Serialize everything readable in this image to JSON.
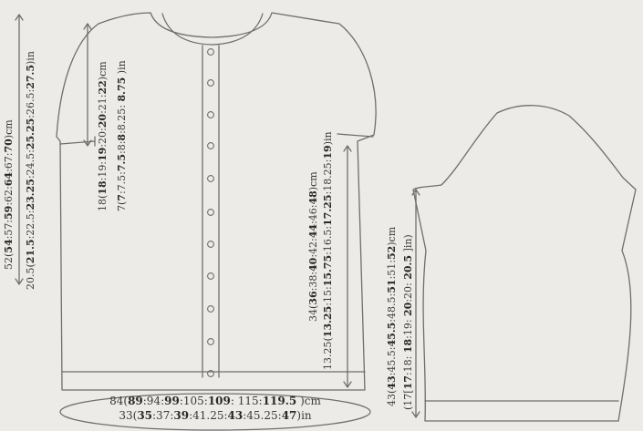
{
  "colors": {
    "paper": "#ecebe7",
    "line": "#6e6e6e",
    "text": "#3a3a3a",
    "emphasis": "#2a2a2a"
  },
  "labels": {
    "length_cm": [
      "52(",
      "54",
      ":57:",
      "59",
      ":62:",
      "64",
      ":67:",
      "70",
      ")cm"
    ],
    "length_in": [
      "20.5(",
      "21.5",
      ":22.5:",
      "23.25",
      ":24.5:",
      "25.25",
      ":26.5:",
      "27.5",
      ")in"
    ],
    "armhole_cm": [
      "18(",
      "18",
      ":19:",
      "19",
      ":20:",
      "20",
      ":21:",
      "22",
      ")cm"
    ],
    "armhole_in": [
      "7(",
      "7",
      ":7.5:",
      "7.5",
      ":8:",
      "8",
      ":8.25: ",
      "8.75",
      " )in"
    ],
    "side_cm": [
      "34(",
      "36",
      ":38:",
      "40",
      ":42:",
      "44",
      ":46:",
      "48",
      ")cm"
    ],
    "side_in": [
      "13.25(",
      "13.25",
      ":15:",
      "15.75",
      ":16.5:",
      "17.25",
      ":18.25:",
      "19",
      ")in"
    ],
    "chest_cm": [
      "84(",
      "89",
      ":94:",
      "99",
      ":105:",
      "109",
      ": 115:",
      "119.5",
      " )cm"
    ],
    "chest_in": [
      "33(",
      "35",
      ":37:",
      "39",
      ":41.25:",
      "43",
      ":45.25:",
      "47",
      ")in"
    ],
    "sleeve_cm": [
      "43(",
      "43",
      ":45.5:",
      "45.5",
      ":48.5:",
      "51",
      ":51:",
      "52",
      ")cm"
    ],
    "sleeve_in": [
      "(17[",
      "17",
      ":18: ",
      "18",
      ":19: ",
      "20",
      ":20: ",
      "20.5",
      " ]in)"
    ]
  }
}
